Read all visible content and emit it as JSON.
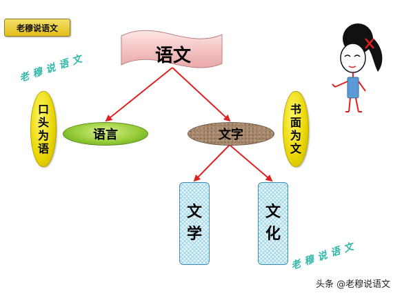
{
  "badge": {
    "text": "老穆说语文"
  },
  "watermarks": {
    "top": "老穆说语文",
    "bottom": "老穆说语文"
  },
  "root": {
    "label": "语文"
  },
  "children": {
    "spoken": "语言",
    "written": "文字"
  },
  "grandchildren": {
    "literature": [
      "文",
      "学"
    ],
    "culture": [
      "文",
      "化"
    ]
  },
  "side_notes": {
    "left": [
      "口",
      "头",
      "为",
      "语"
    ],
    "right": [
      "书",
      "面",
      "为",
      "文"
    ]
  },
  "credit": "头条 @老穆说语文",
  "colors": {
    "arrow": "#e02020",
    "banner": "#f4c4c4",
    "pill": "#e8d400",
    "green_oval": "#8fc833",
    "brown_oval": "#a8896e",
    "box_border": "#3a8fb0"
  }
}
